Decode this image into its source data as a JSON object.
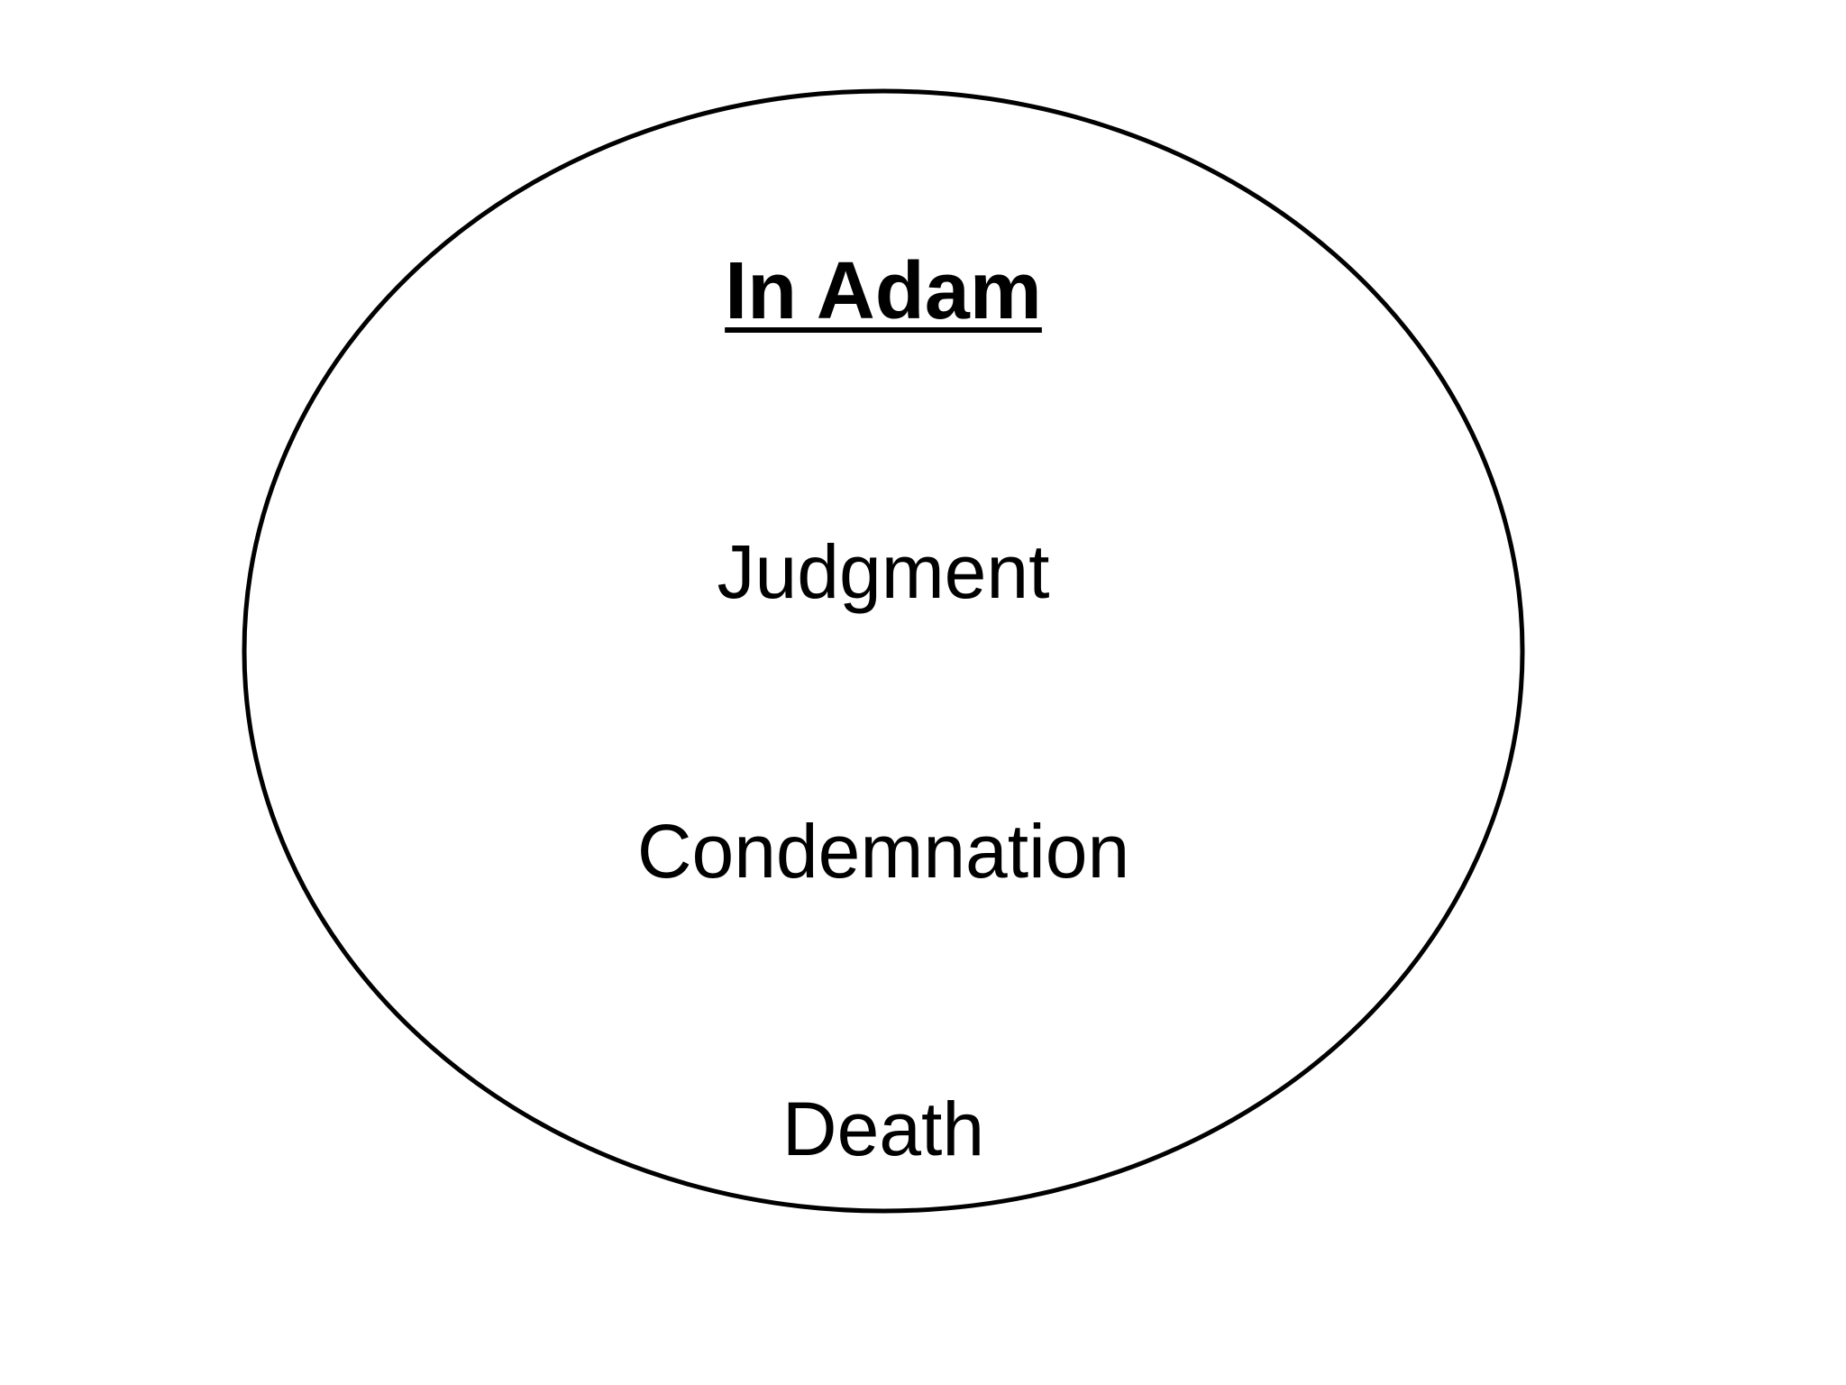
{
  "diagram": {
    "title": "In Adam",
    "items": [
      {
        "label": "Judgment"
      },
      {
        "label": "Condemnation"
      },
      {
        "label": "Death"
      }
    ],
    "colors": {
      "background": "#ffffff",
      "ellipse_stroke": "#000000",
      "text": "#000000"
    }
  }
}
